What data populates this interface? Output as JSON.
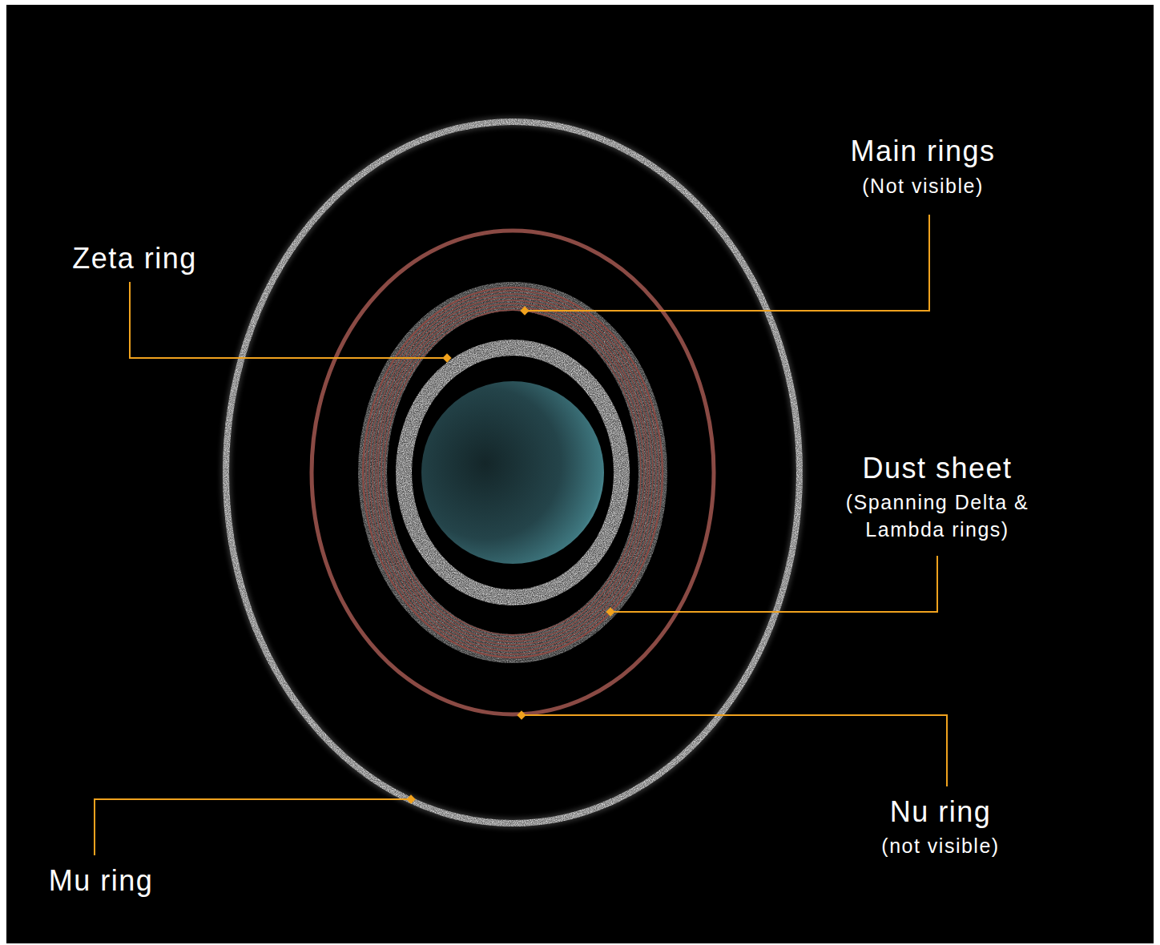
{
  "diagram": {
    "labels": [
      "Main rings",
      "(Not visible)",
      "Zeta ring",
      "Dust sheet",
      "(Spanning Delta & Lambda rings)",
      "Nu ring",
      "(not visible)",
      "Mu ring"
    ]
  }
}
